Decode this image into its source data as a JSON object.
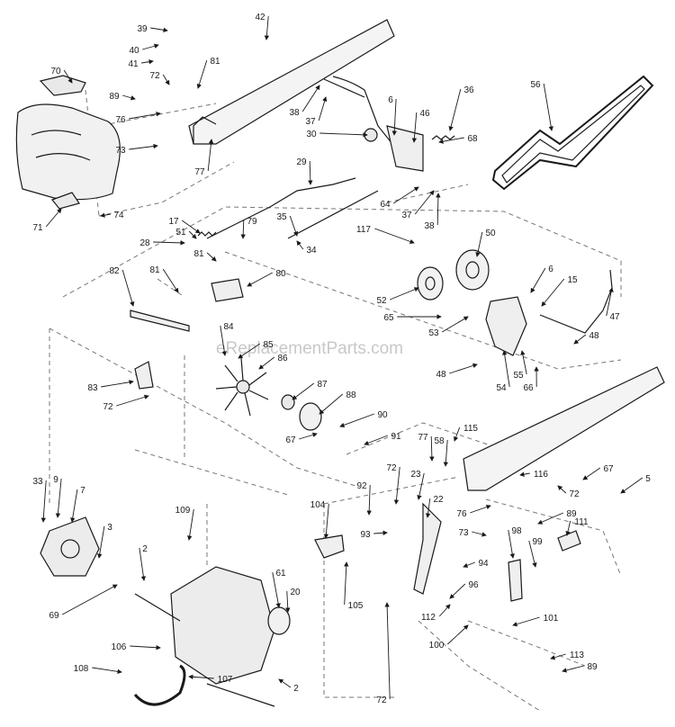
{
  "watermark": "eReplacementParts.com",
  "callouts": [
    "39",
    "40",
    "41",
    "42",
    "70",
    "72",
    "81",
    "89",
    "76",
    "73",
    "77",
    "38",
    "37",
    "36",
    "56",
    "6",
    "46",
    "30",
    "68",
    "29",
    "64",
    "37",
    "38",
    "74",
    "71",
    "17",
    "51",
    "28",
    "79",
    "81",
    "35",
    "34",
    "117",
    "50",
    "82",
    "81",
    "80",
    "6",
    "15",
    "52",
    "65",
    "53",
    "47",
    "48",
    "84",
    "85",
    "86",
    "83",
    "72",
    "48",
    "55",
    "66",
    "54",
    "87",
    "88",
    "67",
    "90",
    "91",
    "115",
    "77",
    "58",
    "33",
    "9",
    "7",
    "3",
    "72",
    "92",
    "23",
    "116",
    "67",
    "5",
    "72",
    "109",
    "104",
    "22",
    "76",
    "89",
    "111",
    "2",
    "93",
    "73",
    "98",
    "99",
    "94",
    "61",
    "20",
    "96",
    "112",
    "69",
    "105",
    "101",
    "100",
    "106",
    "113",
    "89",
    "108",
    "107",
    "2",
    "72"
  ],
  "colors": {
    "line": "#1a1a1a",
    "dash": "#777777",
    "fill": "#e9e9e9",
    "watermark": "#c8c8c8"
  }
}
